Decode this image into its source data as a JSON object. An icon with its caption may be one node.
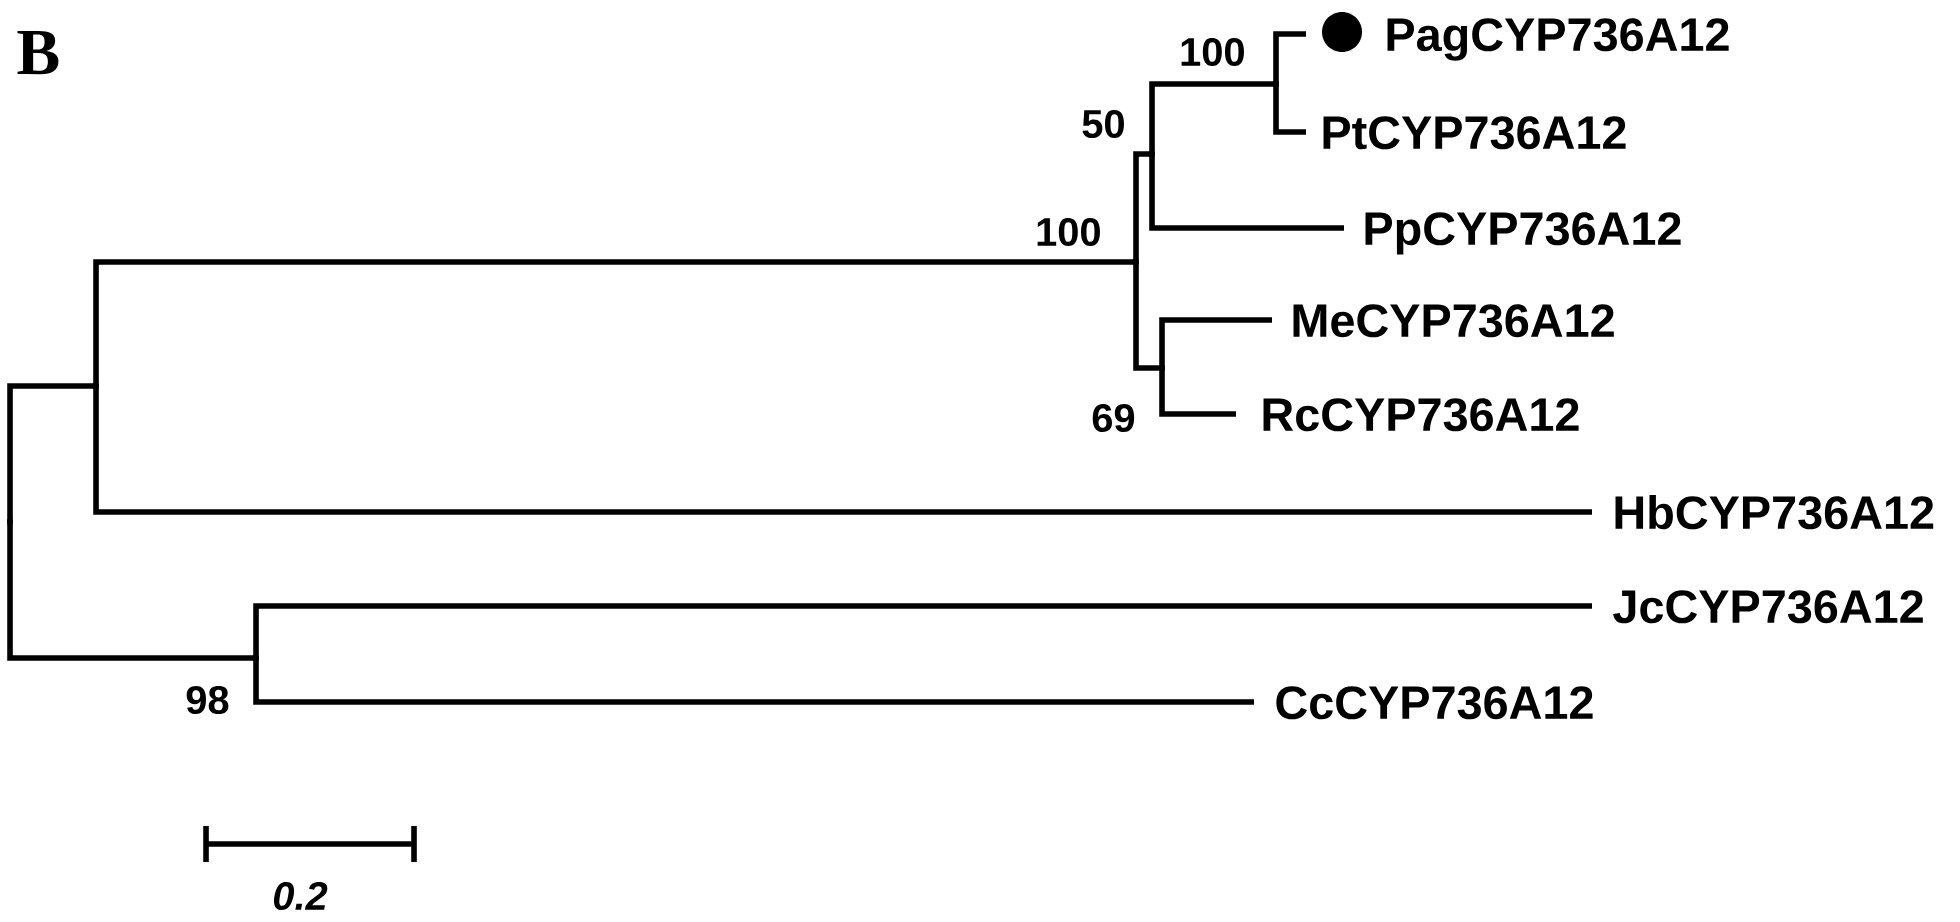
{
  "diagram": {
    "nodes": [
      {
        "text": [],
        "shape": "point"
      },
      {
        "text": [],
        "shape": "point"
      },
      {
        "text": [],
        "shape": "point",
        "beside": [
          "100"
        ]
      },
      {
        "text": [],
        "shape": "point",
        "beside": [
          "50"
        ]
      },
      {
        "text": [],
        "shape": "point",
        "beside": [
          "100"
        ]
      },
      {
        "text": [
          "PagCYP736A12"
        ]
      },
      {
        "text": [
          "PtCYP736A12"
        ]
      },
      {
        "text": [
          "PpCYP736A12"
        ]
      },
      {
        "text": [],
        "shape": "point",
        "beside": [
          "69"
        ]
      },
      {
        "text": [
          "MeCYP736A12"
        ]
      },
      {
        "text": [
          "RcCYP736A12"
        ]
      },
      {
        "text": [
          "HbCYP736A12"
        ]
      },
      {
        "text": [],
        "shape": "point",
        "beside": [
          "98"
        ]
      },
      {
        "text": [
          "JcCYP736A12"
        ]
      },
      {
        "text": [
          "CcCYP736A12"
        ]
      }
    ],
    "edges": [
      {
        "from": 0,
        "to": 1,
        "arrow": "none"
      },
      {
        "from": 1,
        "to": 2,
        "arrow": "none"
      },
      {
        "from": 2,
        "to": 3,
        "arrow": "none"
      },
      {
        "from": 3,
        "to": 4,
        "arrow": "none"
      },
      {
        "from": 4,
        "to": 5,
        "arrow": "none"
      },
      {
        "from": 4,
        "to": 6,
        "arrow": "none"
      },
      {
        "from": 3,
        "to": 7,
        "arrow": "none"
      },
      {
        "from": 2,
        "to": 8,
        "arrow": "none"
      },
      {
        "from": 8,
        "to": 9,
        "arrow": "none"
      },
      {
        "from": 8,
        "to": 10,
        "arrow": "none"
      },
      {
        "from": 1,
        "to": 11,
        "arrow": "none"
      },
      {
        "from": 0,
        "to": 12,
        "arrow": "none"
      },
      {
        "from": 12,
        "to": 13,
        "arrow": "none"
      },
      {
        "from": 12,
        "to": 14,
        "arrow": "none"
      }
    ],
    "labels": [
      "B",
      "0.2"
    ]
  }
}
